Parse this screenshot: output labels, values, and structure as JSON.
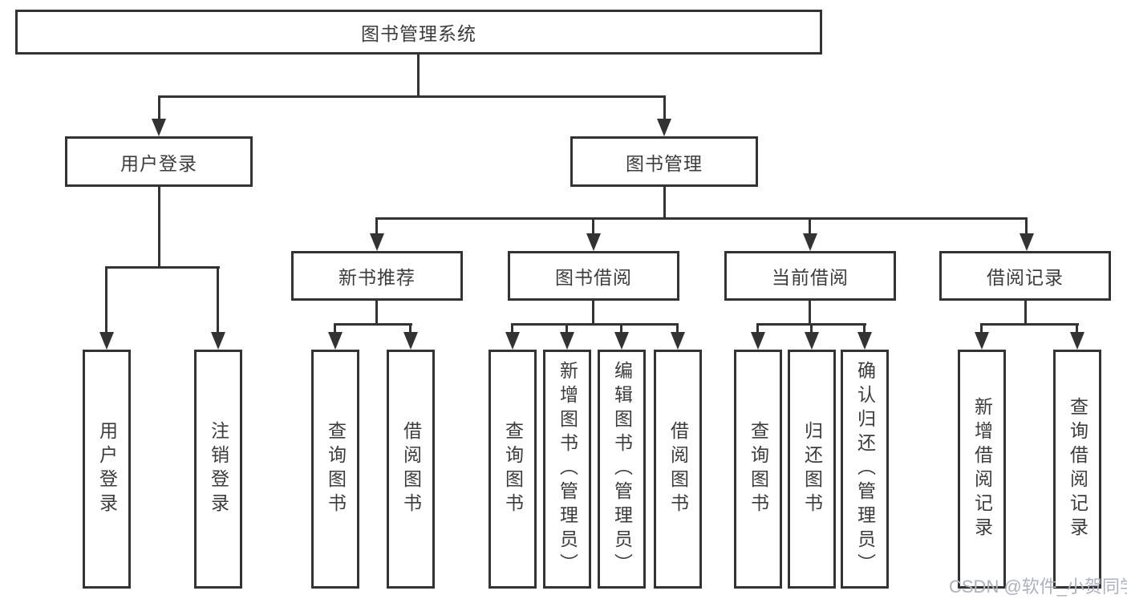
{
  "colors": {
    "line": "#333333",
    "text": "#3c3c3c",
    "background": "#ffffff",
    "watermark_text": "#adb2c1"
  },
  "diagram": {
    "root_label": "图书管理系统",
    "level2": {
      "user_login": "用户登录",
      "book_mgmt": "图书管理"
    },
    "level3": {
      "new_books": "新书推荐",
      "borrow": "图书借阅",
      "current": "当前借阅",
      "records": "借阅记录"
    },
    "leaves": {
      "user_login": [
        "用户登录",
        "注销登录"
      ],
      "new_books": [
        "查询图书",
        "借阅图书"
      ],
      "borrow": [
        "查询图书",
        "新增图书（管理员）",
        "编辑图书（管理员）",
        "借阅图书"
      ],
      "current": [
        "查询图书",
        "归还图书",
        "确认归还（管理员）"
      ],
      "records": [
        "新增借阅记录",
        "查询借阅记录"
      ]
    }
  },
  "watermark": {
    "text": "CSDN @软件_小贺同学"
  }
}
